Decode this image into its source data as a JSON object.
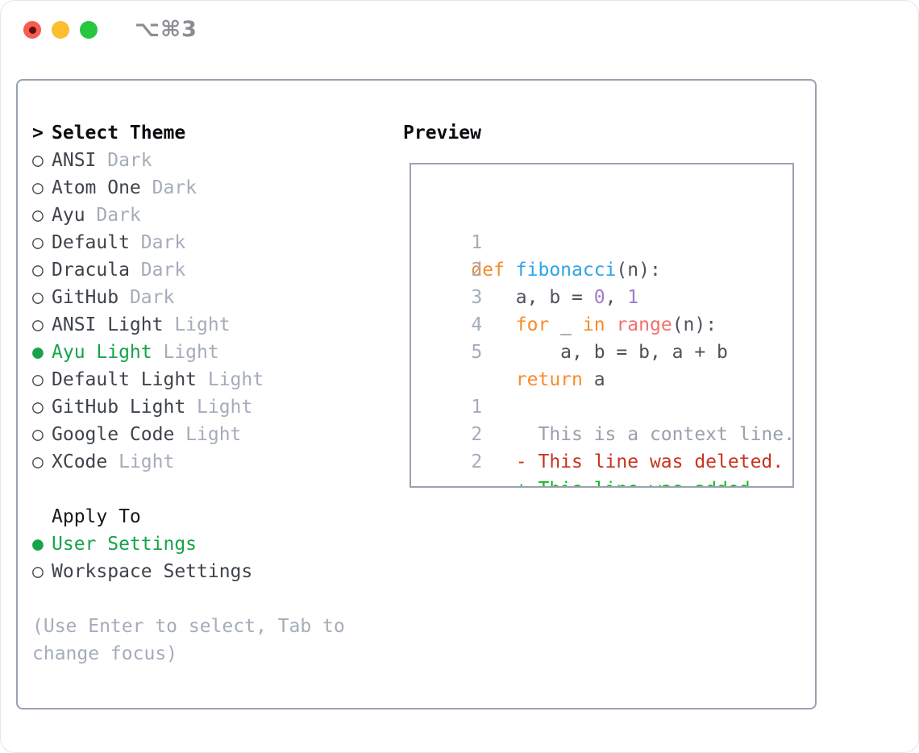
{
  "titlebar": {
    "title": "⌥⌘3"
  },
  "icons": {
    "radio_selected": "●",
    "radio_unselected": "○",
    "prompt": ">"
  },
  "colors": {
    "accent_green": "#16a34a",
    "added_green": "#0fb81a",
    "deleted_red": "#c9331e",
    "keyword_orange": "#f78c2a",
    "function_blue": "#2ea4e8",
    "number_purple": "#a37acc",
    "call_coral": "#f0716e",
    "code_text": "#4d525a",
    "muted_gray": "#a5acb9",
    "border_gray": "#9aa2b0",
    "traffic_red": "#f85c51",
    "traffic_yellow": "#fcbd2f",
    "traffic_green": "#27c73f"
  },
  "theme_picker": {
    "heading": "Select Theme",
    "items": [
      {
        "name": "ANSI",
        "tag": "Dark",
        "selected": false
      },
      {
        "name": "Atom One",
        "tag": "Dark",
        "selected": false
      },
      {
        "name": "Ayu",
        "tag": "Dark",
        "selected": false
      },
      {
        "name": "Default",
        "tag": "Dark",
        "selected": false
      },
      {
        "name": "Dracula",
        "tag": "Dark",
        "selected": false
      },
      {
        "name": "GitHub",
        "tag": "Dark",
        "selected": false
      },
      {
        "name": "ANSI Light",
        "tag": "Light",
        "selected": false
      },
      {
        "name": "Ayu Light",
        "tag": "Light",
        "selected": true
      },
      {
        "name": "Default Light",
        "tag": "Light",
        "selected": false
      },
      {
        "name": "GitHub Light",
        "tag": "Light",
        "selected": false
      },
      {
        "name": "Google Code",
        "tag": "Light",
        "selected": false
      },
      {
        "name": "XCode",
        "tag": "Light",
        "selected": false
      }
    ]
  },
  "apply_to": {
    "heading": "Apply To",
    "options": [
      {
        "label": "User Settings",
        "selected": true
      },
      {
        "label": "Workspace Settings",
        "selected": false
      }
    ]
  },
  "hint": "(Use Enter to select, Tab to change focus)",
  "preview": {
    "heading": "Preview",
    "code_lines": [
      {
        "num": "1",
        "segments": [
          {
            "t": "def ",
            "c": "k"
          },
          {
            "t": "fibonacci",
            "c": "f"
          },
          {
            "t": "(n):",
            "c": "p"
          }
        ]
      },
      {
        "num": "2",
        "segments": [
          {
            "t": "    a, b = ",
            "c": "p"
          },
          {
            "t": "0",
            "c": "n"
          },
          {
            "t": ", ",
            "c": "p"
          },
          {
            "t": "1",
            "c": "n"
          }
        ]
      },
      {
        "num": "3",
        "segments": [
          {
            "t": "    ",
            "c": "p"
          },
          {
            "t": "for",
            "c": "k"
          },
          {
            "t": " _ ",
            "c": "p"
          },
          {
            "t": "in",
            "c": "k"
          },
          {
            "t": " ",
            "c": "p"
          },
          {
            "t": "range",
            "c": "c"
          },
          {
            "t": "(n):",
            "c": "p"
          }
        ]
      },
      {
        "num": "4",
        "segments": [
          {
            "t": "        a, b = b, a + b",
            "c": "p"
          }
        ]
      },
      {
        "num": "5",
        "segments": [
          {
            "t": "    ",
            "c": "p"
          },
          {
            "t": "return",
            "c": "k"
          },
          {
            "t": " a",
            "c": "p"
          }
        ]
      }
    ],
    "diff_lines": [
      {
        "num": "1",
        "gutter": "      ",
        "text": "This is a context line.",
        "kind": "context"
      },
      {
        "num": "2",
        "gutter": "    ",
        "text": "- This line was deleted.",
        "kind": "deleted"
      },
      {
        "num": "2",
        "gutter": "    ",
        "text": "+ This line was added.",
        "kind": "added"
      }
    ]
  }
}
